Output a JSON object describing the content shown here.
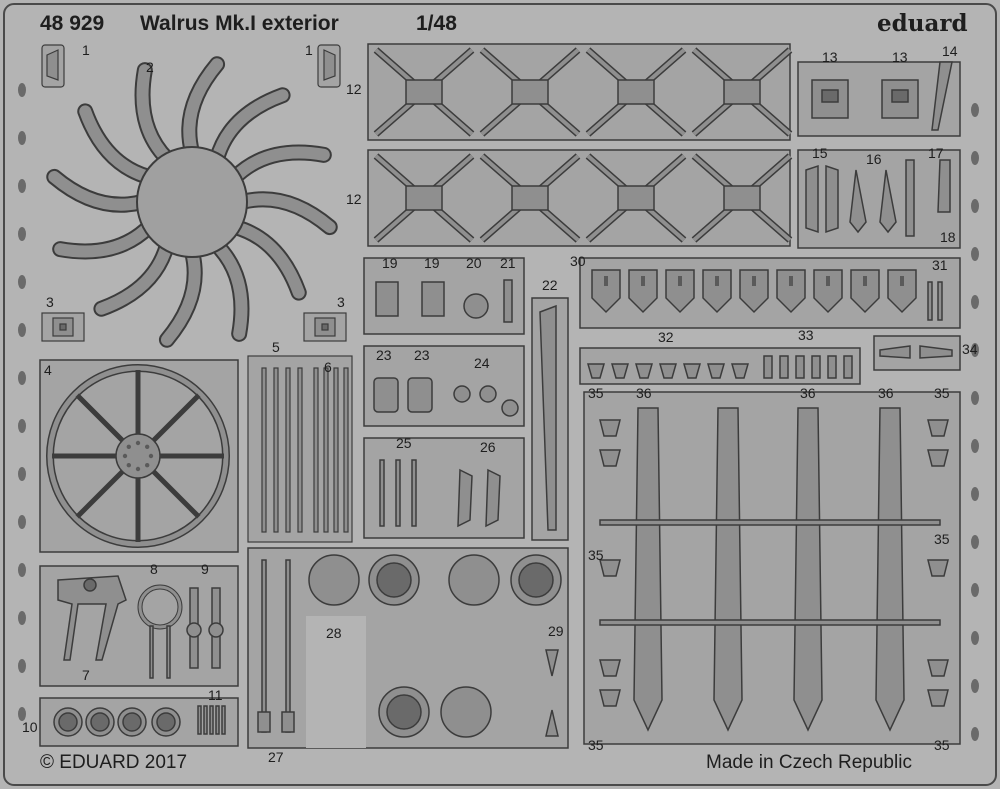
{
  "header": {
    "set_number": "48 929",
    "title": "Walrus Mk.I exterior",
    "scale": "1/48",
    "brand": "eduard"
  },
  "footer": {
    "copyright": "© EDUARD 2017",
    "origin": "Made in Czech Republic"
  },
  "part_numbers": {
    "p1": "1",
    "p2": "2",
    "p3": "3",
    "p4": "4",
    "p5": "5",
    "p6": "6",
    "p7": "7",
    "p8": "8",
    "p9": "9",
    "p10": "10",
    "p11": "11",
    "p12": "12",
    "p13": "13",
    "p14": "14",
    "p15": "15",
    "p16": "16",
    "p17": "17",
    "p18": "18",
    "p19": "19",
    "p20": "20",
    "p21": "21",
    "p22": "22",
    "p23": "23",
    "p24": "24",
    "p25": "25",
    "p26": "26",
    "p27": "27",
    "p28": "28",
    "p29": "29",
    "p30": "30",
    "p31": "31",
    "p32": "32",
    "p33": "33",
    "p34": "34",
    "p35": "35",
    "p36": "36"
  },
  "colors": {
    "sheet": "#b4b4b4",
    "panel": "#a4a4a4",
    "part": "#8f8f8f",
    "outline": "#3c3c3c",
    "text": "#1e1e1e"
  }
}
